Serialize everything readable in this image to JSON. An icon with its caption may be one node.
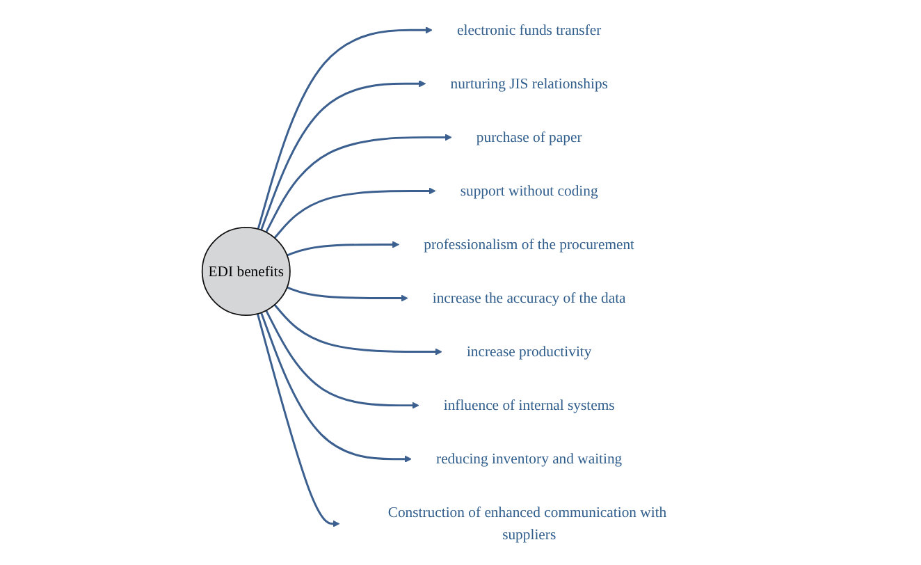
{
  "diagram": {
    "nodes": [
      {
        "text": [
          "EDI benefits"
        ]
      },
      {
        "text": [
          "electronic funds transfer"
        ]
      },
      {
        "text": [
          "nurturing JIS relationships"
        ]
      },
      {
        "text": [
          "purchase of paper"
        ]
      },
      {
        "text": [
          "support without coding"
        ]
      },
      {
        "text": [
          "professionalism of the procurement"
        ]
      },
      {
        "text": [
          "increase the accuracy of the data"
        ]
      },
      {
        "text": [
          "increase productivity"
        ]
      },
      {
        "text": [
          "influence of internal systems"
        ]
      },
      {
        "text": [
          "reducing inventory and waiting"
        ]
      },
      {
        "text": [
          "Construction of enhanced communication with suppliers"
        ]
      }
    ],
    "edges": [
      {
        "from": 0,
        "to": 1,
        "arrow": "to"
      },
      {
        "from": 0,
        "to": 2,
        "arrow": "to"
      },
      {
        "from": 0,
        "to": 3,
        "arrow": "to"
      },
      {
        "from": 0,
        "to": 4,
        "arrow": "to"
      },
      {
        "from": 0,
        "to": 5,
        "arrow": "to"
      },
      {
        "from": 0,
        "to": 6,
        "arrow": "to"
      },
      {
        "from": 0,
        "to": 7,
        "arrow": "to"
      },
      {
        "from": 0,
        "to": 8,
        "arrow": "to"
      },
      {
        "from": 0,
        "to": 9,
        "arrow": "to"
      },
      {
        "from": 0,
        "to": 10,
        "arrow": "to"
      }
    ]
  }
}
